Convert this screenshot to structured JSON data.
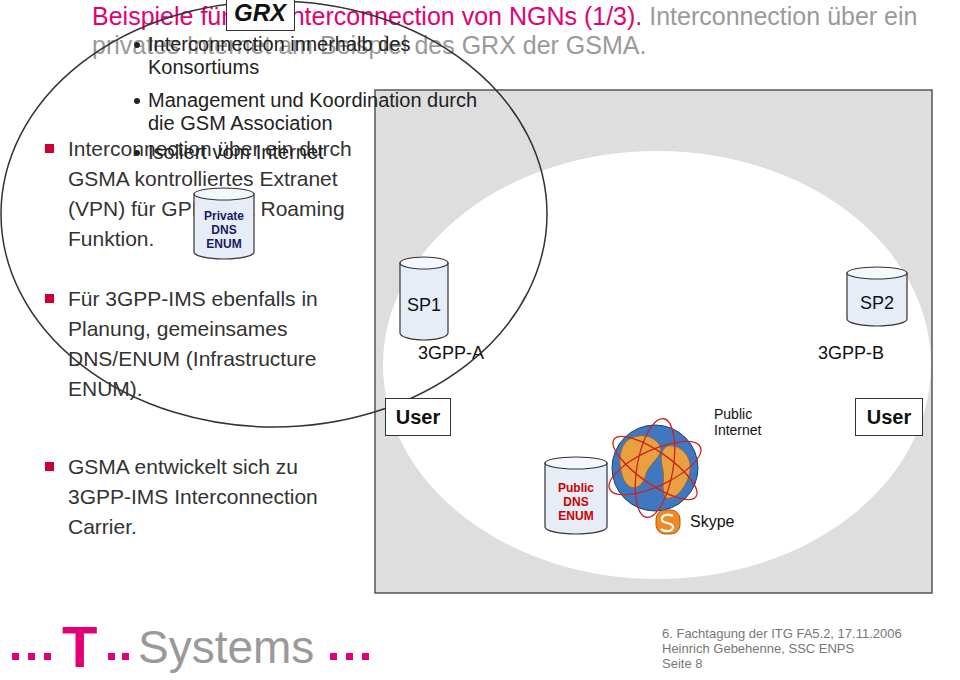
{
  "diagram": {
    "title": "Beispiele für das Interconnection von NGNs (1/3).",
    "nodes": [
      {
        "text": [
          "Interconnection innerhalb des Konsortiums",
          "Management und Koordination durch die GSM Association",
          "Isoliert vom Internet"
        ]
      },
      {
        "text": [
          "GRX"
        ],
        "in": 0
      },
      {
        "text": [
          "SP1"
        ]
      },
      {
        "text": [
          "SP2"
        ]
      },
      {
        "text": [
          "User"
        ]
      },
      {
        "text": [
          "User"
        ]
      },
      {
        "text": [
          "Private DNS ENUM"
        ],
        "in": 0
      },
      {
        "text": [
          "Public DNS ENUM"
        ]
      }
    ],
    "labels": [
      "Interconnection über ein privates Internet am Beispiel des GRX der GSMA.",
      "Interconnection über ein durch GSMA kontrolliertes Extranet (VPN) für GPRS mit Roaming Funktion.",
      "Für 3GPP-IMS ebenfalls in Planung, gemeinsames DNS/ENUM (Infrastructure ENUM).",
      "GSMA entwickelt sich zu 3GPP-IMS Interconnection Carrier.",
      "3GPP-A",
      "3GPP-B",
      "Public Internet",
      "Skype",
      "T",
      "Systems",
      "6. Fachtagung der ITG FA5.2, 17.11.2006",
      "Heinrich Gebehenne, SSC ENPS",
      "Seite 8"
    ]
  }
}
